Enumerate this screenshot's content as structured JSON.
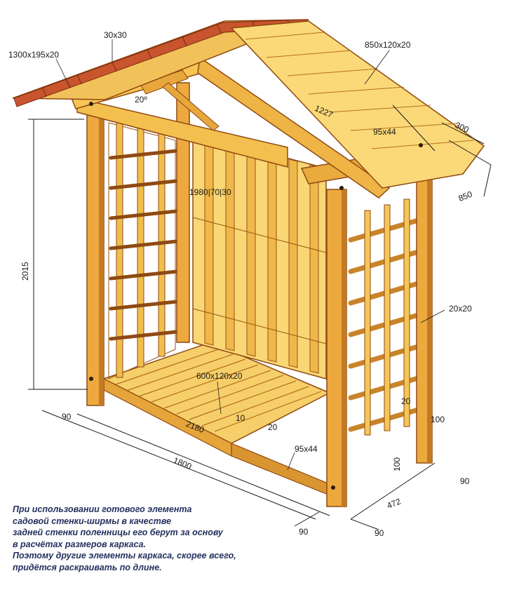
{
  "colors": {
    "wood_light": "#fde79a",
    "wood_mid": "#f2bd47",
    "wood_dark": "#c97a1e",
    "wood_edge": "#8f4a12",
    "roof_tiles": "#c8552e",
    "caption_text": "#23305e"
  },
  "dimensions": {
    "roof_board": "1300x195x20",
    "rafter_section": "30x30",
    "roof_board_right": "850x120x20",
    "angle": "20º",
    "rafter_length": "1227",
    "beam_section": "95x44",
    "overhang": "300",
    "depth_top": "850",
    "total_height": "2015",
    "back_wall": "1980|70|30",
    "lattice_slat": "20x20",
    "floor_board": "600x120x20",
    "gap": "10",
    "floor_gap": "20",
    "base_beam": "95x44",
    "left_foot": "90",
    "length_base": "2180",
    "width_base": "1800",
    "post_offset": "100",
    "post_height": "100",
    "depth_base": "472",
    "foot_right": "90",
    "bottom_left_foot": "90",
    "bottom_right_foot": "90",
    "small_20": "20"
  },
  "caption": [
    "При использовании готового элемента",
    "садовой стенки-ширмы в качестве",
    "задней стенки поленницы его берут за основу",
    "в расчётах размеров каркаса.",
    "Поэтому другие элементы каркаса, скорее всего,",
    "придётся раскраивать по длине."
  ]
}
